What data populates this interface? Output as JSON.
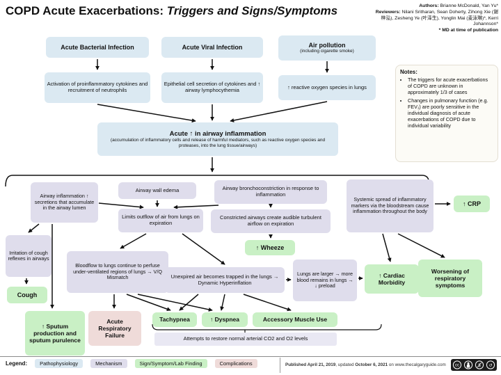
{
  "header": {
    "title_prefix": "COPD Acute Exacerbations: ",
    "title_italic": "Triggers and Signs/Symptoms"
  },
  "credits": {
    "authors_label": "Authors: ",
    "authors": "Brianne McDonald, Yan Yu*",
    "reviewers_label": "Reviewers: ",
    "reviewers": "Nilani Sritharan, Sean Doherty, Zihong Xie (谢梓泓), Zesheng Ye (叶泽生), Yonglin Mai (麦泳琳)*, Kerri Johannson*",
    "footnote": "* MD at time of publication"
  },
  "notes": {
    "title": "Notes:",
    "items": [
      "The triggers for acute exacerbations of COPD are unknown in approximately 1/3 of cases",
      "Changes in pulmonary function (e.g. FEV₁) are poorly sensitive in the individual diagnosis of acute exacerbations of COPD due to individual variability"
    ]
  },
  "boxes": {
    "bacterial": "Acute Bacterial Infection",
    "viral": "Acute Viral Infection",
    "pollution_title": "Air pollution",
    "pollution_sub": "(including cigarette smoke)",
    "bacterial_mech": "Activation of proinflammatory cytokines and recruitment of neutrophils",
    "viral_mech": "Epithelial cell secretion of cytokines and ↑ airway lymphocythemia",
    "pollution_mech": "↑ reactive oxygen species in lungs",
    "inflammation_title": "Acute ↑ in airway inflammation",
    "inflammation_sub": "(accumulation of inflammatory cells and release of harmful mediators, such as reactive oxygen species and proteases, into the lung tissue/airways)",
    "secretions": "Airway inflammation ↑ secretions that accumulate in the airway lumen",
    "edema": "Airway wall edema",
    "broncho": "Airway bronchoconstriction in response to inflammation",
    "systemic": "Systemic spread of inflammatory markers via the bloodstream cause inflammation throughout the body",
    "crp": "↑ CRP",
    "limits": "Limits outflow of air from lungs on expiration",
    "constricted": "Constricted airways create audible turbulent airflow on expiration",
    "wheeze": "↑ Wheeze",
    "irritation": "Irritation of cough reflexes in airways",
    "cough": "Cough",
    "bloodflow": "Bloodflow to lungs continue to perfuse under-ventilated regions of lungs → V/Q Mismatch",
    "trapped": "Unexpired air becomes trapped in the lungs → Dynamic Hyperinflation",
    "lungs_larger": "Lungs are larger → more blood remains in lungs → ↓ preload",
    "cardiac": "↑ Cardiac Morbidity",
    "worsening": "Worsening of respiratory symptoms",
    "sputum": "↑ Sputum production and sputum purulence",
    "arf": "Acute Respiratory Failure",
    "tachypnea": "Tachypnea",
    "dyspnea": "↑ Dyspnea",
    "accessory": "Accessory Muscle Use",
    "attempts": "Attempts to restore normal arterial CO2 and O2 levels"
  },
  "legend": {
    "label": "Legend:",
    "items": [
      {
        "label": "Pathophysiology",
        "color": "#dbe9f2"
      },
      {
        "label": "Mechanism",
        "color": "#dfddec"
      },
      {
        "label": "Sign/Symptom/Lab Finding",
        "color": "#c9f0c5"
      },
      {
        "label": "Complications",
        "color": "#efdbd9"
      }
    ]
  },
  "footer": {
    "pub_prefix": "Published ",
    "pub_date1": "April 21, 2019",
    "pub_mid": ", updated ",
    "pub_date2": "October 6, 2021",
    "pub_suffix": " on www.thecalgaryguide.com",
    "cc_icons": [
      "cc-icon",
      "attribution-icon",
      "non-commercial-icon",
      "share-alike-icon"
    ]
  },
  "colors": {
    "pathophysiology_blue": "#dbe9f2",
    "mechanism_lavender": "#dfddec",
    "sign_green": "#c9f0c5",
    "complication_pink": "#efdbd9",
    "notes_bg": "#fcfbf6"
  }
}
